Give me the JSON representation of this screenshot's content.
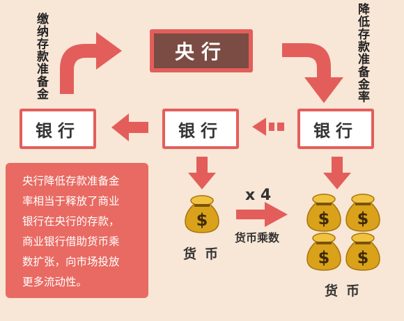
{
  "central_bank": {
    "label": "央行"
  },
  "banks": [
    {
      "label": "银行"
    },
    {
      "label": "银行"
    },
    {
      "label": "银行"
    }
  ],
  "left_vertical_label": "缴纳存款准备金",
  "right_vertical_label": "降低存款准备金率",
  "note_lines": [
    "央行降低存款准备金",
    "率相当于释放了商业",
    "银行在央行的存款，",
    "商业银行借助货币乘",
    "数扩张，向市场投放",
    "更多流动性。"
  ],
  "money_small_label": "货币",
  "money_large_label": "货币",
  "multiplier": {
    "value": "x 4",
    "label": "货币乘数"
  },
  "bag_symbol": "$",
  "colors": {
    "accent": "#e35e5b",
    "central_fill": "#7a4c43",
    "background": "#f8e6d6",
    "gold": "#d9a21a"
  }
}
